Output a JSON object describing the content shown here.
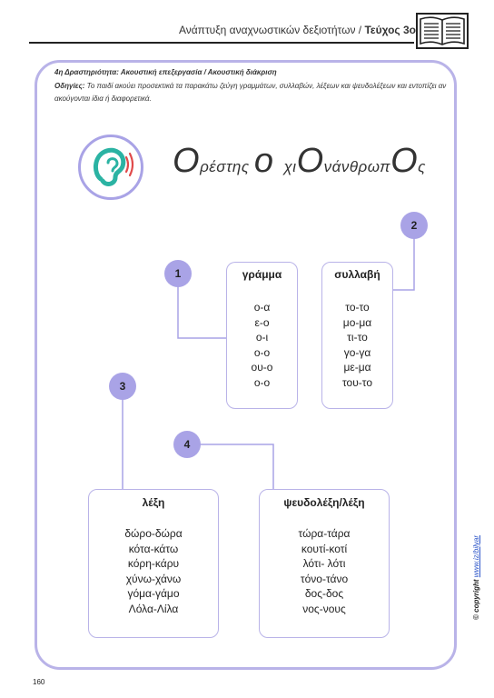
{
  "header": {
    "series": "Ανάπτυξη αναχνωστικών δεξιοτήτων /",
    "issue": "Τεύχος 3ο"
  },
  "activity": {
    "title": "4η Δραστηριότητα: Ακουστική επεξεργασία / Ακουστική διάκριση",
    "instructions_label": "Οδηγίες:",
    "instructions_text": "Το παιδί ακούει προσεκτικά τα παρακάτω ζεύγη γραμμάτων, συλλαβών, λέξεων και ψευδολέξεων  και εντοπίζει αν ακούγονται ίδια ή διαφορετικά."
  },
  "title_parts": [
    "Ο",
    "ρέστης ",
    "ο",
    " ",
    "χι",
    "Ο",
    "νάνθρωπ",
    "Ο",
    "ς"
  ],
  "boxes": [
    {
      "number": "1",
      "heading": "γράμμα",
      "items": [
        "ο-α",
        "ε-ο",
        "ο-ι",
        "ο-ο",
        "ου-ο",
        "ο-ο"
      ]
    },
    {
      "number": "2",
      "heading": "συλλαβή",
      "items": [
        "το-το",
        "μο-μα",
        "τι-το",
        "γο-γα",
        "με-μα",
        "του-το"
      ]
    },
    {
      "number": "3",
      "heading": "λέξη",
      "items": [
        "δώρο-δώρα",
        "κότα-κάτω",
        "κόρη-κάρυ",
        "χύνω-χάνω",
        "γόμα-γάμο",
        "Λόλα-Λίλα"
      ]
    },
    {
      "number": "4",
      "heading": "ψευδολέξη/λέξη",
      "items": [
        "τώρα-τάρα",
        "κουτί-κοτί",
        "λότι- λότι",
        "τόνο-τάνο",
        "δος-δος",
        "νος-νους"
      ]
    }
  ],
  "footer": {
    "page_number": "160",
    "copyright_label": "© copyright",
    "copyright_link": "www.iz/bilyar"
  },
  "icons": [
    "book-icon",
    "ear-icon"
  ],
  "colors": {
    "accent": "#a9a3e6",
    "frame": "#b9b3e8",
    "ear_teal": "#2bb3a3",
    "sound_red": "#e04a4a"
  }
}
